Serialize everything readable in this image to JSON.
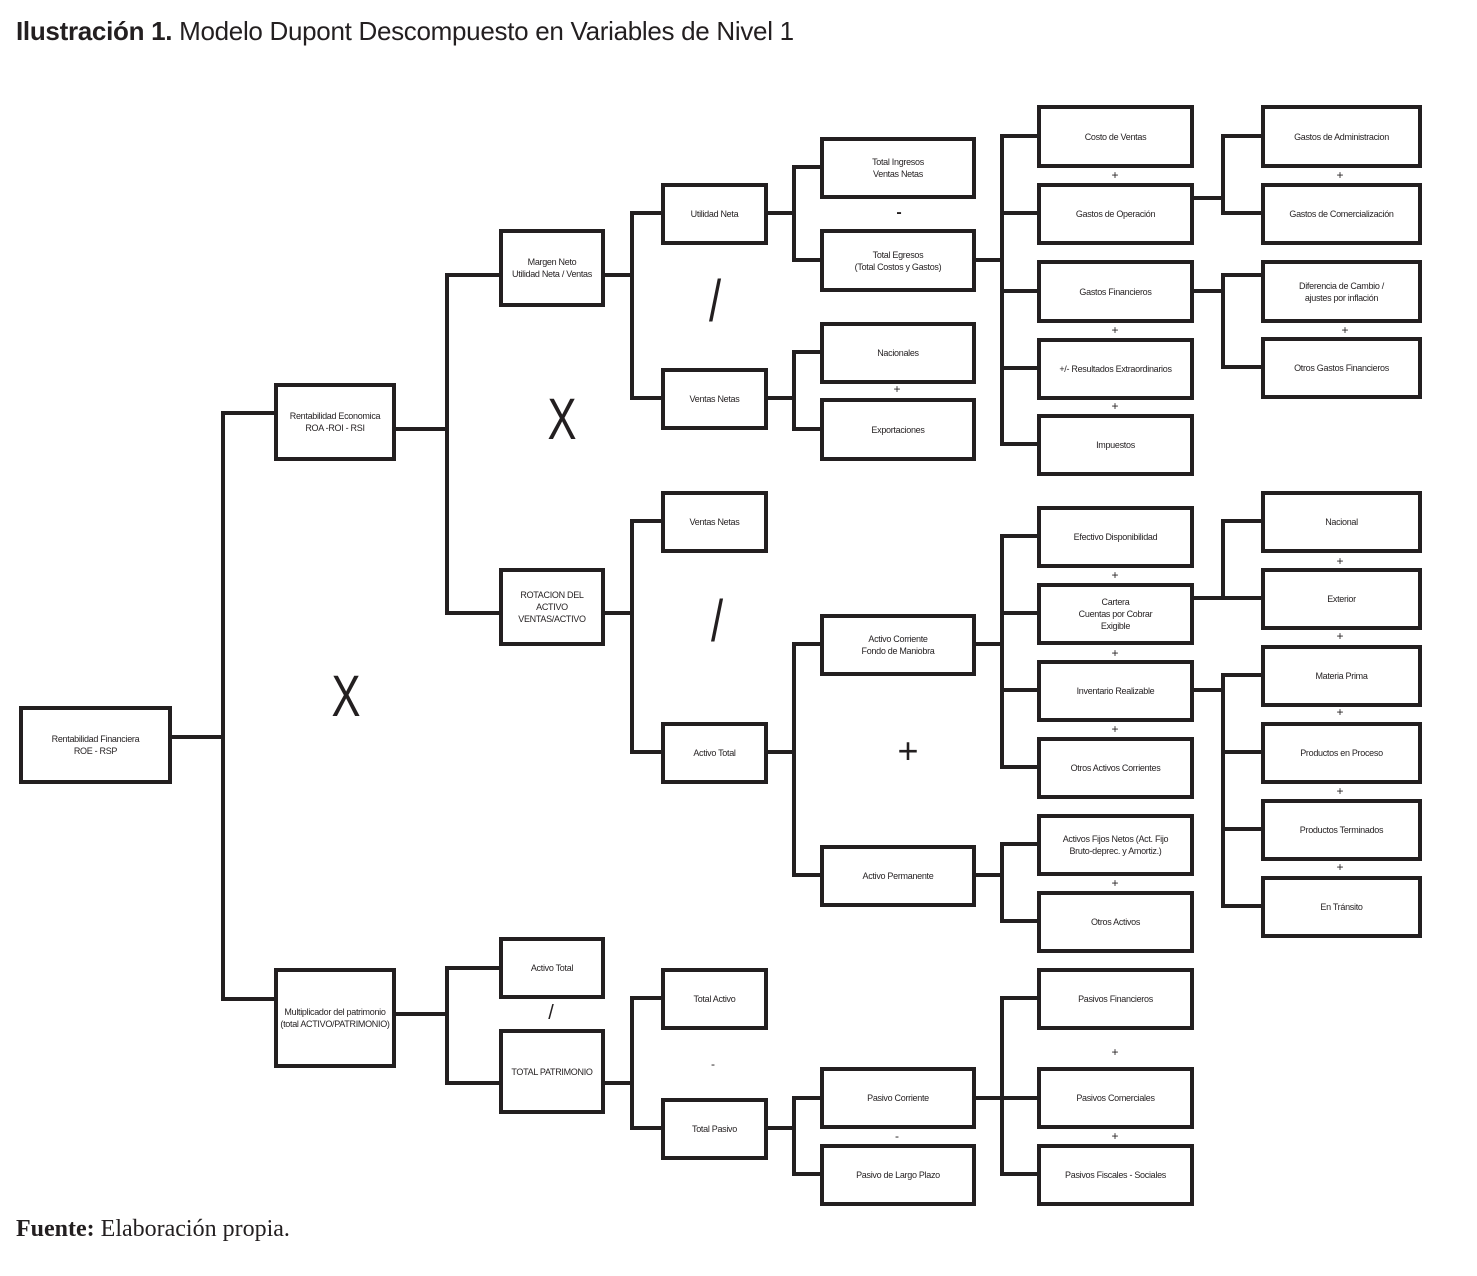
{
  "figure": {
    "title_lead": "Ilustración 1.",
    "title_rest": " Modelo Dupont Descompuesto en Variables de Nivel 1",
    "source_lead": "Fuente:",
    "source_rest": " Elaboración propia."
  },
  "nodes": {
    "roe": "Rentabilidad Financiera\nROE - RSP",
    "roa": "Rentabilidad Economica\nROA -ROI - RSI",
    "multiplicador": "Multiplicador del patrimonio\n(total ACTIVO/PATRIMONIO)",
    "margen_neto": "Margen Neto\nUtilidad Neta / Ventas",
    "rotacion": "ROTACION DEL ACTIVO\nVENTAS/ACTIVO",
    "mult_activo_total": "Activo Total",
    "total_patrimonio": "TOTAL PATRIMONIO",
    "utilidad_neta": "Utilidad Neta",
    "ventas_netas_margen": "Ventas Netas",
    "ventas_netas_rotacion": "Ventas Netas",
    "activo_total": "Activo Total",
    "total_activo": "Total Activo",
    "total_pasivo": "Total Pasivo",
    "total_ingresos": "Total Ingresos\nVentas Netas",
    "total_egresos": "Total Egresos\n(Total Costos y Gastos)",
    "nacionales": "Nacionales",
    "exportaciones": "Exportaciones",
    "activo_corriente": "Activo Corriente\nFondo de Maniobra",
    "activo_permanente": "Activo Permanente",
    "pasivo_corriente": "Pasivo Corriente",
    "pasivo_largo_plazo": "Pasivo de Largo Plazo",
    "costo_ventas": "Costo de Ventas",
    "gastos_operacion": "Gastos de Operación",
    "gastos_financieros": "Gastos Financieros",
    "resultados_extraordinarios": "+/- Resultados Extraordinarios",
    "impuestos": "Impuestos",
    "efectivo": "Efectivo Disponibilidad",
    "cartera": "Cartera\nCuentas por Cobrar\nExigible",
    "inventario": "Inventario Realizable",
    "otros_activos_corrientes": "Otros Activos Corrientes",
    "activos_fijos": "Activos Fijos Netos (Act. Fijo\nBruto-deprec. y Amortiz.)",
    "otros_activos": "Otros Activos",
    "pasivos_financieros": "Pasivos Financieros",
    "pasivos_comerciales": "Pasivos Comerciales",
    "pasivos_fiscales": "Pasivos Fiscales - Sociales",
    "gastos_administracion": "Gastos de Administracion",
    "gastos_comercializacion": "Gastos de Comercialización",
    "diferencia_cambio": "Diferencia de Cambio /\najustes por inflación",
    "otros_gastos_financieros": "Otros Gastos Financieros",
    "nacional": "Nacional",
    "exterior": "Exterior",
    "materia_prima": "Materia Prima",
    "productos_proceso": "Productos en Proceso",
    "productos_terminados": "Productos Terminados",
    "en_transito": "En Tránsito"
  },
  "operators": {
    "multiply": "X",
    "divide": "/",
    "plus": "+",
    "minus": "-"
  }
}
